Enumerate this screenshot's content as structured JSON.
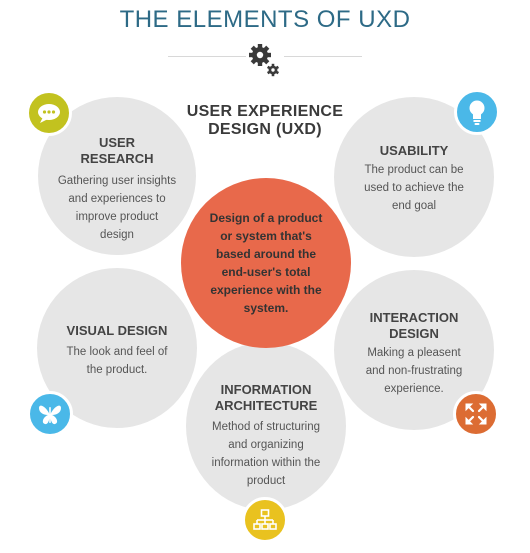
{
  "header": {
    "title": "THE ELEMENTS OF UXD"
  },
  "center": {
    "heading_line1": "USER EXPERIENCE",
    "heading_line2": "DESIGN (UXD)",
    "desc_lines": [
      "Design of a product",
      "or system that's",
      "based around the",
      "end-user's total",
      "experience with the",
      "system."
    ]
  },
  "elements": {
    "user_research": {
      "head_lines": [
        "USER",
        "RESEARCH"
      ],
      "desc_lines": [
        "Gathering user insights",
        "and experiences to",
        "improve product",
        "design"
      ],
      "icon": "speech-bubble-icon"
    },
    "usability": {
      "head_lines": [
        "USABILITY"
      ],
      "desc_lines": [
        "The product can be",
        "used to achieve the",
        "end goal"
      ],
      "icon": "lightbulb-icon"
    },
    "visual_design": {
      "head_lines": [
        "VISUAL DESIGN"
      ],
      "desc_lines": [
        "The look and feel of",
        "the product."
      ],
      "icon": "butterfly-icon"
    },
    "interaction_design": {
      "head_lines": [
        "INTERACTION",
        "DESIGN"
      ],
      "desc_lines": [
        "Making a pleasent",
        "and non-frustrating",
        "experience."
      ],
      "icon": "expand-arrows-icon"
    },
    "information_architecture": {
      "head_lines": [
        "INFORMATION",
        "ARCHITECTURE"
      ],
      "desc_lines": [
        "Method of structuring",
        "and organizing",
        "information within the",
        "product"
      ],
      "icon": "sitemap-icon"
    }
  },
  "colors": {
    "title": "#2d6a86",
    "circle_fill": "#e6e6e6",
    "center_fill": "#e8694b",
    "badge_olive": "#c2c21f",
    "badge_blue": "#4ab8e8",
    "badge_orange": "#dc6c33",
    "badge_yellow": "#e9c21f"
  }
}
